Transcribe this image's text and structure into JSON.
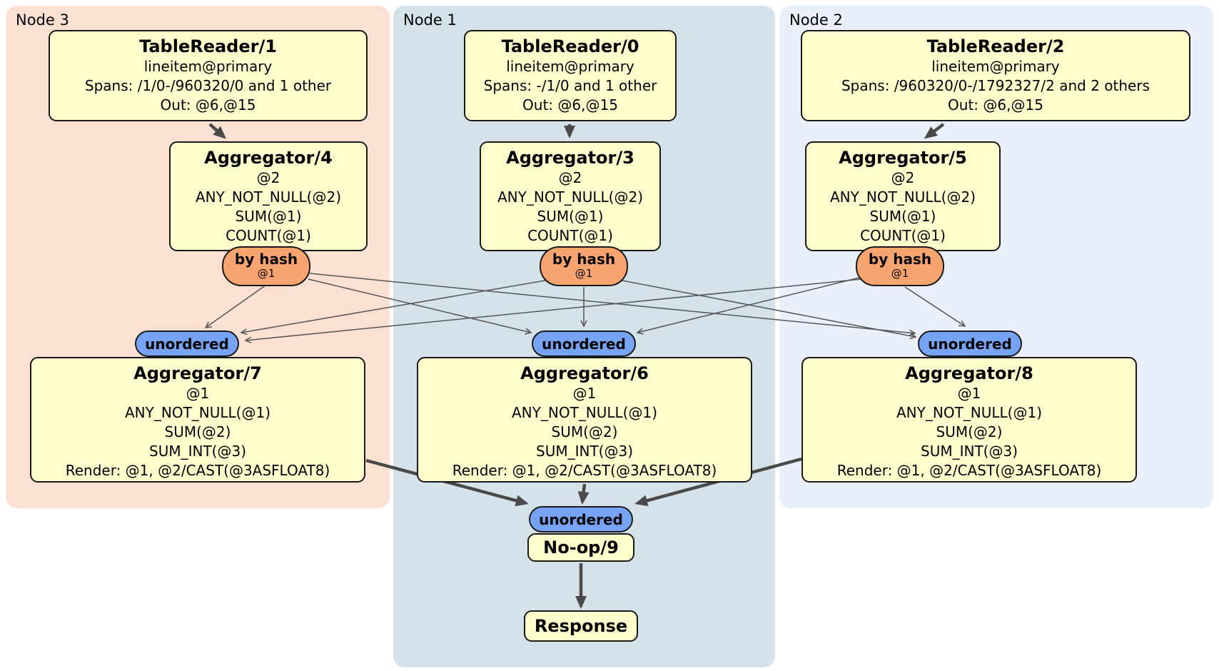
{
  "regions": [
    {
      "label": "Node 3",
      "color": "#fce1d3"
    },
    {
      "label": "Node 1",
      "color": "#d5e2ea"
    },
    {
      "label": "Node 2",
      "color": "#e9effb"
    }
  ],
  "colors": {
    "processor_fill": "#ffffcd",
    "processor_border": "#1a1a1a",
    "byhash_fill": "#f7a470",
    "unordered_fill": "#77a3f4",
    "edge_thick": "#4a4a4a",
    "edge_thin": "#555555"
  },
  "boxes": {
    "tr1": {
      "title": "TableReader/1",
      "lines": [
        "lineitem@primary",
        "Spans: /1/0-/960320/0 and 1 other",
        "Out: @6,@15"
      ]
    },
    "agg4": {
      "title": "Aggregator/4",
      "lines": [
        "@2",
        "ANY_NOT_NULL(@2)",
        "SUM(@1)",
        "COUNT(@1)"
      ]
    },
    "agg7": {
      "title": "Aggregator/7",
      "lines": [
        "@1",
        "ANY_NOT_NULL(@1)",
        "SUM(@2)",
        "SUM_INT(@3)",
        "Render: @1, @2/CAST(@3ASFLOAT8)"
      ]
    },
    "tr0": {
      "title": "TableReader/0",
      "lines": [
        "lineitem@primary",
        "Spans: -/1/0 and 1 other",
        "Out: @6,@15"
      ]
    },
    "agg3": {
      "title": "Aggregator/3",
      "lines": [
        "@2",
        "ANY_NOT_NULL(@2)",
        "SUM(@1)",
        "COUNT(@1)"
      ]
    },
    "agg6": {
      "title": "Aggregator/6",
      "lines": [
        "@1",
        "ANY_NOT_NULL(@1)",
        "SUM(@2)",
        "SUM_INT(@3)",
        "Render: @1, @2/CAST(@3ASFLOAT8)"
      ]
    },
    "noop": {
      "title": "No-op/9"
    },
    "response": {
      "title": "Response"
    },
    "tr2": {
      "title": "TableReader/2",
      "lines": [
        "lineitem@primary",
        "Spans: /960320/0-/1792327/2 and 2 others",
        "Out: @6,@15"
      ]
    },
    "agg5": {
      "title": "Aggregator/5",
      "lines": [
        "@2",
        "ANY_NOT_NULL(@2)",
        "SUM(@1)",
        "COUNT(@1)"
      ]
    },
    "agg8": {
      "title": "Aggregator/8",
      "lines": [
        "@1",
        "ANY_NOT_NULL(@1)",
        "SUM(@2)",
        "SUM_INT(@3)",
        "Render: @1, @2/CAST(@3ASFLOAT8)"
      ]
    }
  },
  "ovals": {
    "byhash": {
      "label": "by hash",
      "sub": "@1"
    },
    "unordered": {
      "label": "unordered"
    }
  }
}
